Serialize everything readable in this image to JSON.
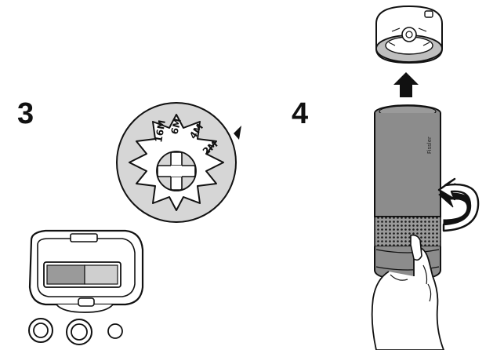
{
  "steps": {
    "step3_number": "3",
    "step4_number": "4"
  },
  "dial": {
    "labels": [
      "16M",
      "6M",
      "4M",
      "2M"
    ]
  },
  "device": {
    "brand": "Fissler"
  },
  "colors": {
    "ink": "#111111",
    "dial_fill": "#d9d9d9",
    "body_fill": "#8c8c8c",
    "light_gray": "#bfbfbf"
  }
}
